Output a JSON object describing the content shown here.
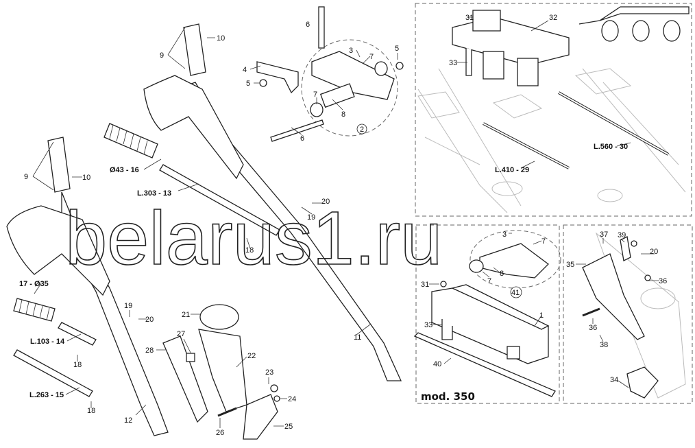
{
  "watermark": "belarus1.ru",
  "model_label": "mod. 350",
  "labels": {
    "p6a": "6",
    "p10a": "10",
    "p9a": "9",
    "p4": "4",
    "p5a": "5",
    "p3a": "3",
    "p7a": "7",
    "p5b": "5",
    "p7b": "7",
    "p8a": "8",
    "p2": "2",
    "p6b": "6",
    "p16": "Ø43 - 16",
    "p13": "L.303 - 13",
    "p9b": "9",
    "p10b": "10",
    "p20a": "20",
    "p19a": "19",
    "p18a": "18",
    "p11": "11",
    "p17": "17 - Ø35",
    "p19b": "19",
    "p20b": "20",
    "p14": "L.103 - 14",
    "p18b": "18",
    "p15": "L.263 - 15",
    "p18c": "18",
    "p12": "12",
    "p21": "21",
    "p27": "27",
    "p28": "28",
    "p22": "22",
    "p23": "23",
    "p24": "24",
    "p25": "25",
    "p26": "26",
    "p31a": "31",
    "p32": "32",
    "p33a": "33",
    "p29": "L.410 - 29",
    "p30": "L.560 - 30",
    "p3b": "3",
    "p7c": "7",
    "p8b": "8",
    "p7d": "7",
    "p41": "41",
    "p31b": "31",
    "p1": "1",
    "p33b": "33",
    "p40": "40",
    "p37": "37",
    "p39": "39",
    "p20c": "20",
    "p35": "35",
    "p36a": "36",
    "p36b": "36",
    "p38": "38",
    "p34": "34"
  }
}
